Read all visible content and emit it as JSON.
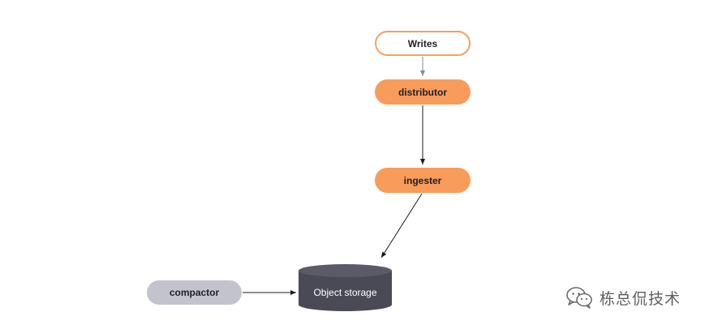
{
  "nodes": {
    "writes": "Writes",
    "distributor": "distributor",
    "ingester": "ingester",
    "object_storage": "Object storage",
    "compactor": "compactor"
  },
  "watermark": {
    "text": "栋总侃技术",
    "icon": "wechat-icon"
  },
  "colors": {
    "accent_orange": "#f79c5a",
    "writes_border": "#f5a061",
    "storage": "#4a4a57",
    "compactor": "#c3c3cd"
  }
}
